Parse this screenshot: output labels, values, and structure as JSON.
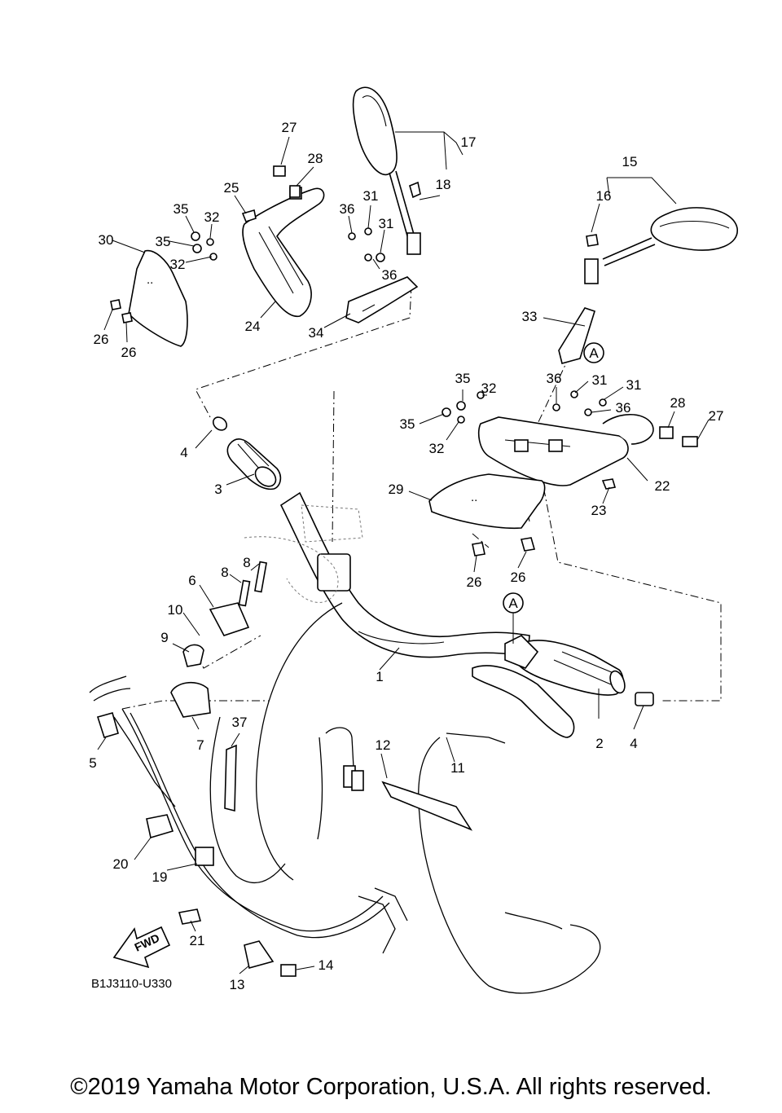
{
  "diagram": {
    "ref_code": "B1J3110-U330",
    "fwd_label": "FWD",
    "ref_marker": "A",
    "callouts": {
      "c1": "1",
      "c2": "2",
      "c3": "3",
      "c4a": "4",
      "c4b": "4",
      "c5": "5",
      "c6": "6",
      "c7": "7",
      "c8a": "8",
      "c8b": "8",
      "c9": "9",
      "c10": "10",
      "c11": "11",
      "c12": "12",
      "c13": "13",
      "c14": "14",
      "c15": "15",
      "c16": "16",
      "c17": "17",
      "c18": "18",
      "c19": "19",
      "c20": "20",
      "c21": "21",
      "c22": "22",
      "c23": "23",
      "c24": "24",
      "c25": "25",
      "c26a": "26",
      "c26b": "26",
      "c26c": "26",
      "c26d": "26",
      "c27a": "27",
      "c27b": "27",
      "c28a": "28",
      "c28b": "28",
      "c29": "29",
      "c30": "30",
      "c31a": "31",
      "c31b": "31",
      "c31c": "31",
      "c31d": "31",
      "c32a": "32",
      "c32b": "32",
      "c32c": "32",
      "c32d": "32",
      "c33": "33",
      "c34": "34",
      "c35a": "35",
      "c35b": "35",
      "c35c": "35",
      "c35d": "35",
      "c36a": "36",
      "c36b": "36",
      "c36c": "36",
      "c36d": "36",
      "c37": "37"
    }
  },
  "footer": {
    "copyright": "©2019 Yamaha Motor Corporation, U.S.A. All rights reserved."
  }
}
